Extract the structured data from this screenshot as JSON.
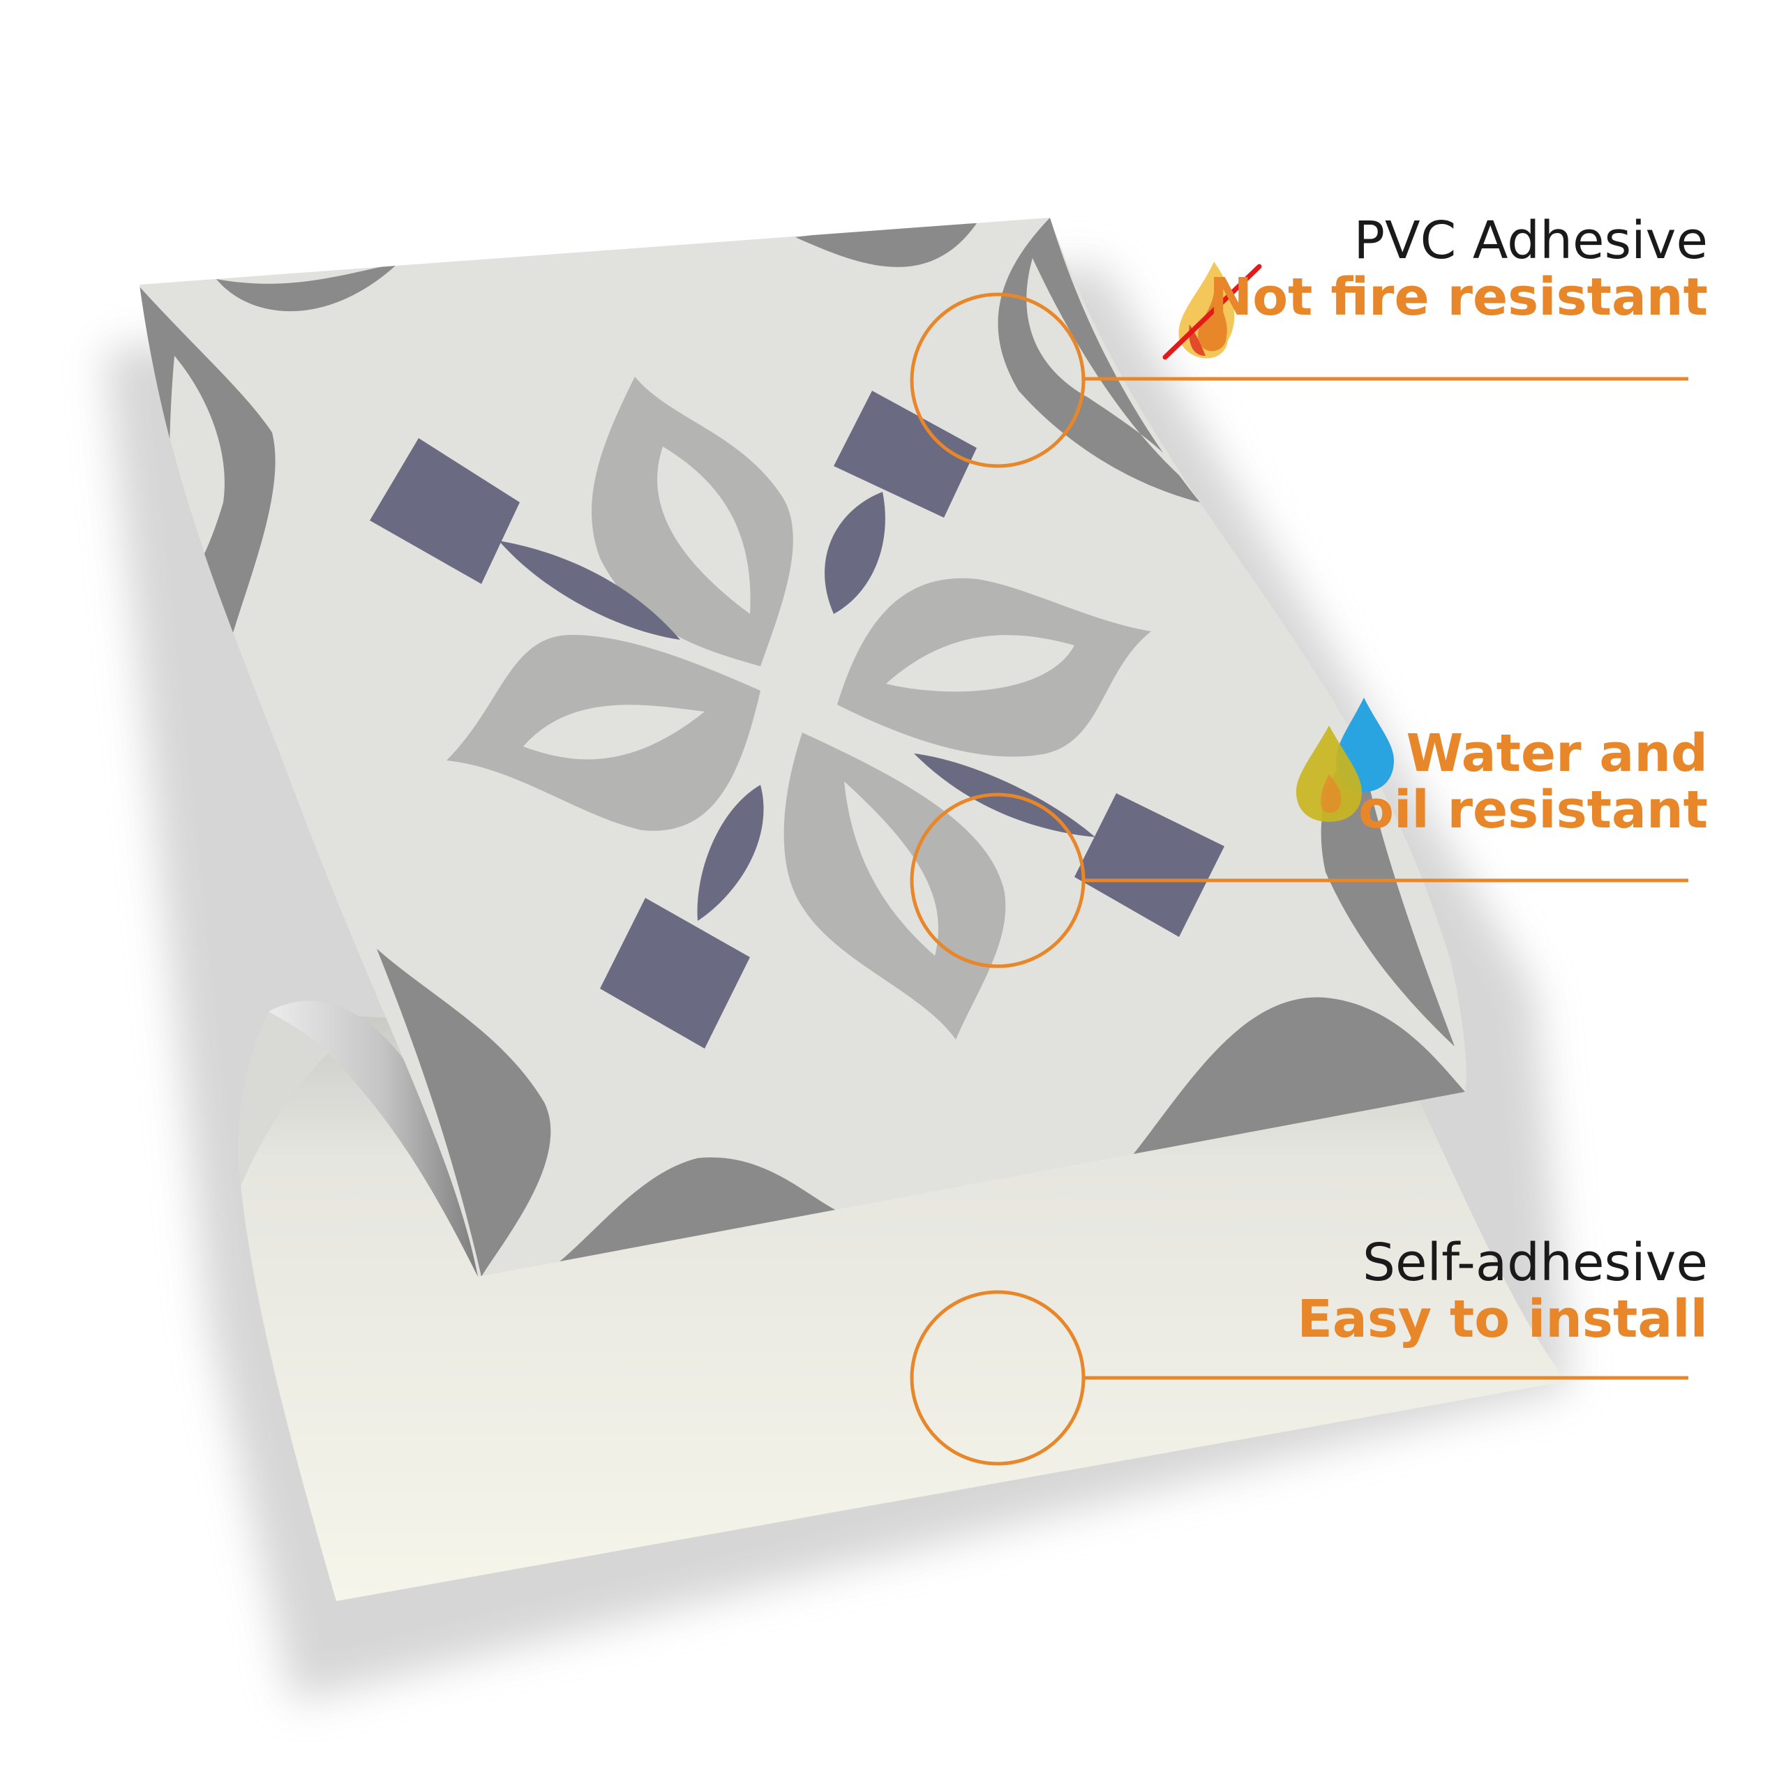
{
  "features": {
    "pvc": {
      "title": "PVC Adhesive",
      "subtitle": "Not fire resistant",
      "icon": "no-fire-icon"
    },
    "water": {
      "line1": "Water and",
      "line2": "oil resistant",
      "icon": "water-oil-drops-icon"
    },
    "self": {
      "title": "Self-adhesive",
      "subtitle": "Easy to install"
    }
  },
  "colors": {
    "accent": "#e8862a",
    "tile_background": "#e1e2dd",
    "dark_gray": "#8a8a8a",
    "light_gray": "#b4b4b2",
    "slate": "#6a6b82",
    "backing": "#f3f2e8"
  }
}
